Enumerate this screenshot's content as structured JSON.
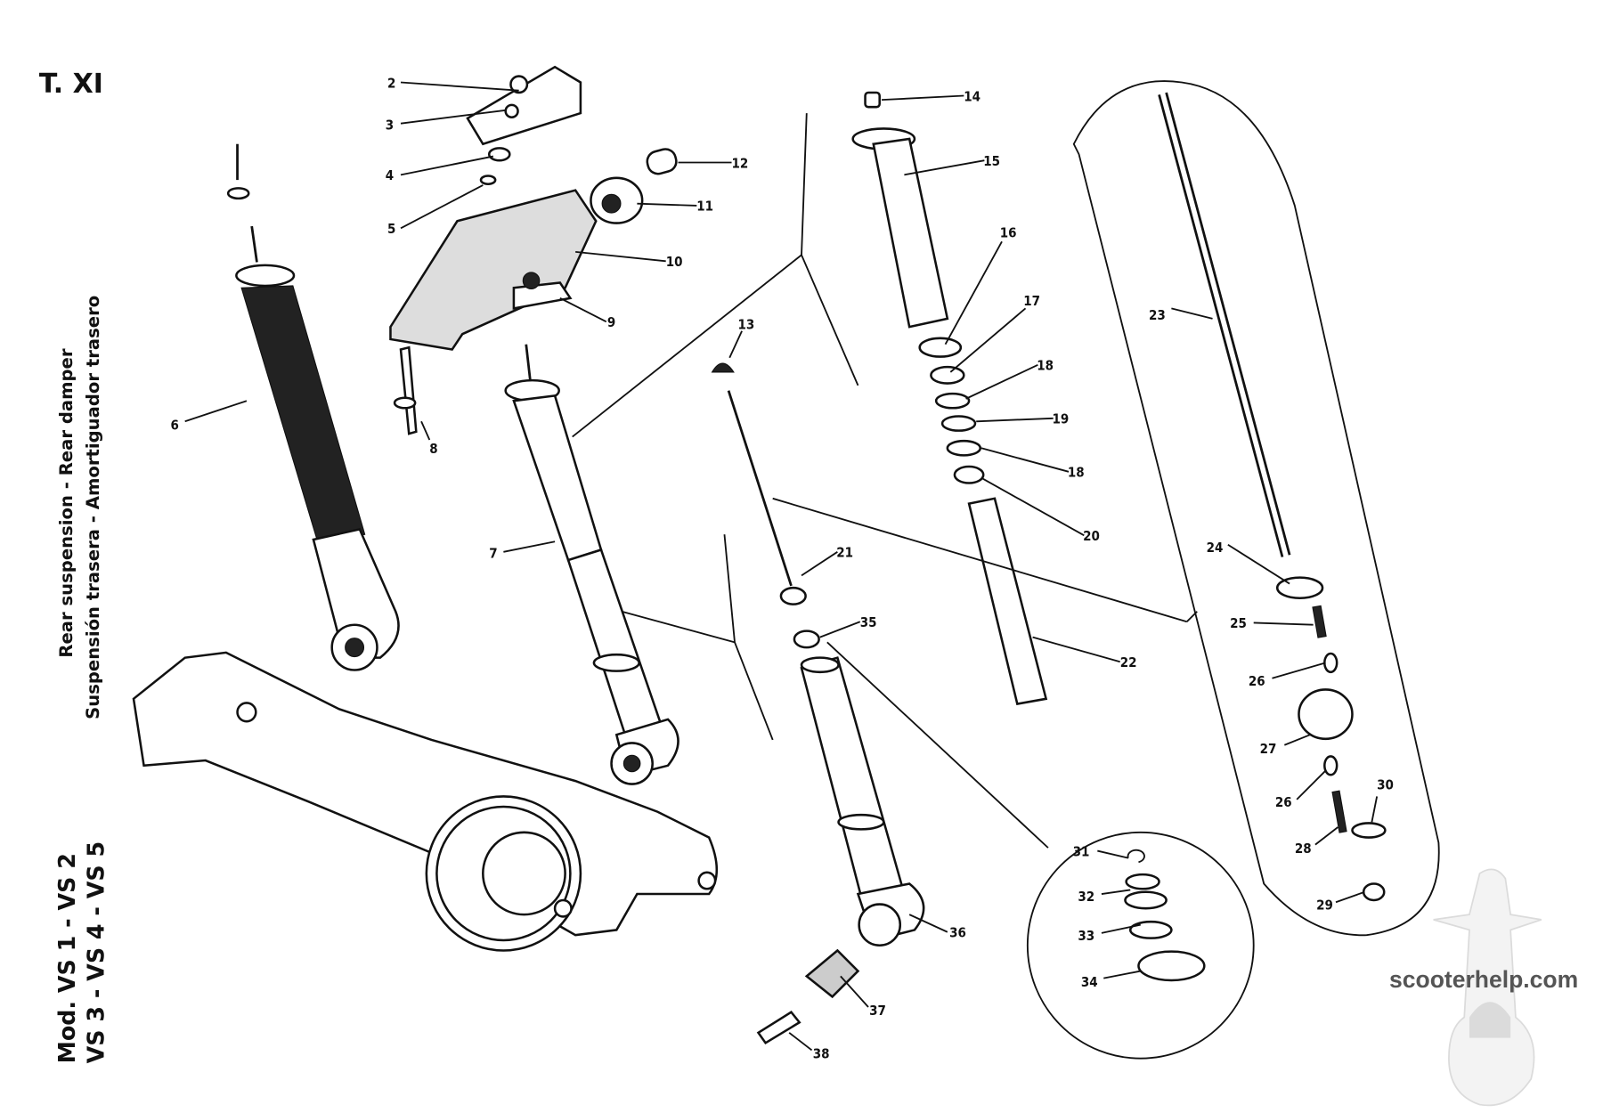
{
  "plate": "T. XI",
  "title_lines": [
    "Rear suspension - Rear damper",
    "Suspensión trasera - Amortiguador trasero"
  ],
  "model_lines": [
    "Mod. VS 1 - VS 2",
    "VS 3 - VS 4 - VS 5"
  ],
  "watermark": "scooterhelp.com",
  "callouts": [
    "2",
    "3",
    "4",
    "5",
    "12",
    "11",
    "10",
    "9",
    "8",
    "6",
    "7",
    "13",
    "14",
    "15",
    "16",
    "17",
    "18",
    "19",
    "18",
    "20",
    "21",
    "22",
    "23",
    "24",
    "25",
    "26",
    "27",
    "26",
    "28",
    "30",
    "29",
    "31",
    "32",
    "33",
    "34",
    "35",
    "36",
    "37",
    "38"
  ]
}
